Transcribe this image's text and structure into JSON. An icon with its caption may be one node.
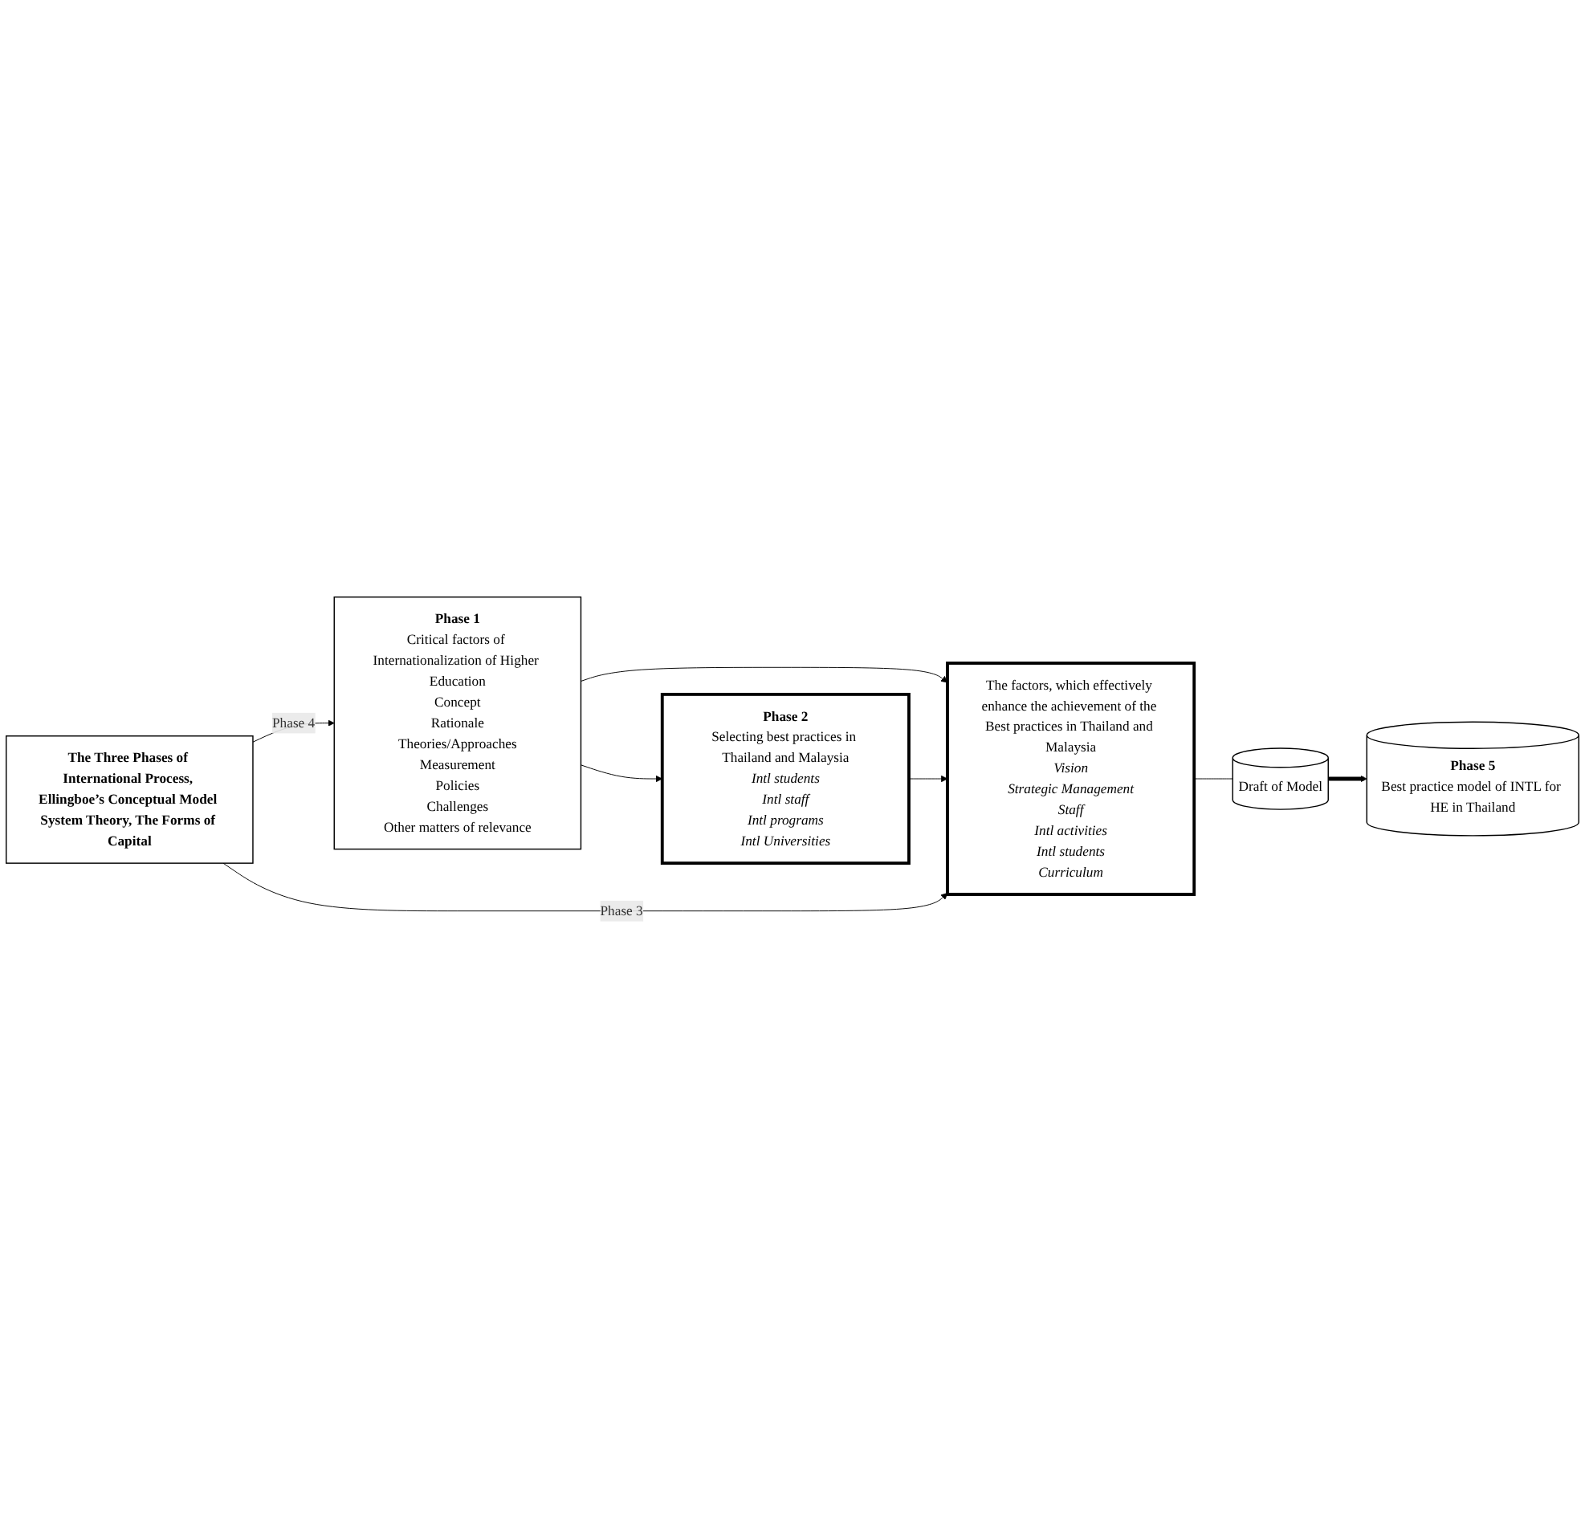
{
  "diagram": {
    "nodes": [
      {
        "text": [
          "Phase 1",
          "Critical factors of Internationalization of Higher Education",
          "Concept",
          "Rationale",
          "Theories/Approaches",
          "Measurement",
          "Policies",
          "Challenges",
          "Other matters of relevance"
        ]
      },
      {
        "text": [
          "Phase 2",
          "Selecting best practices in Thailand and Malaysia",
          "Intl students",
          "Intl staff",
          "Intl programs",
          "Intl Universities"
        ]
      },
      {
        "text": [
          "The factors, which effectively enhance the achievement of the Best practices in Thailand and Malaysia",
          "Vision",
          "Strategic Management",
          "Staff",
          "Intl activities",
          "Intl students",
          "Curriculum"
        ]
      },
      {
        "text": [
          "Draft of Model"
        ]
      },
      {
        "text": [
          "Phase 5",
          "Best practice model of INTL for HE in Thailand"
        ]
      },
      {
        "text": [
          "The Three Phases of International Process, Ellingboe’s Conceptual Model System Theory, The Forms of Capital"
        ]
      }
    ],
    "edges": [
      {
        "from": 0,
        "to": 1,
        "arrow": "to"
      },
      {
        "from": 0,
        "to": 2,
        "arrow": "to"
      },
      {
        "from": 1,
        "to": 2,
        "arrow": "to"
      },
      {
        "from": 2,
        "to": 3,
        "arrow": "none"
      },
      {
        "from": 3,
        "to": 4,
        "arrow": "to",
        "style": "thick"
      },
      {
        "from": 5,
        "to": 0,
        "arrow": "to",
        "label": "Phase 4"
      },
      {
        "from": 5,
        "to": 2,
        "arrow": "to",
        "label": "Phase 3"
      }
    ]
  }
}
